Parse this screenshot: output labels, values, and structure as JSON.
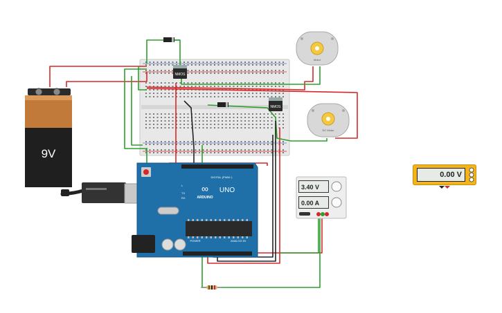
{
  "battery": {
    "label": "9V"
  },
  "breadboard": {
    "mosfet_1_label": "NMOS",
    "mosfet_2_label": "NMOS"
  },
  "motors": [
    {
      "label": "Motor"
    },
    {
      "label": "DC Motor"
    }
  ],
  "arduino": {
    "logo": "ARDUINO",
    "model": "UNO",
    "digital_header": "DIGITAL (PWM~)",
    "power_header": "POWER",
    "analog_header": "ANALOG IN",
    "tx": "TX",
    "rx": "RX",
    "l": "L"
  },
  "power_supply": {
    "voltage": "3.40 V",
    "current": "0.00 A"
  },
  "voltmeter": {
    "reading": "0.00 V"
  },
  "colors": {
    "wire_red": "#d62728",
    "wire_green": "#2ca02c",
    "wire_black": "#222222",
    "arduino_blue": "#1f6fa8",
    "meter_yellow": "#f3b31a"
  }
}
